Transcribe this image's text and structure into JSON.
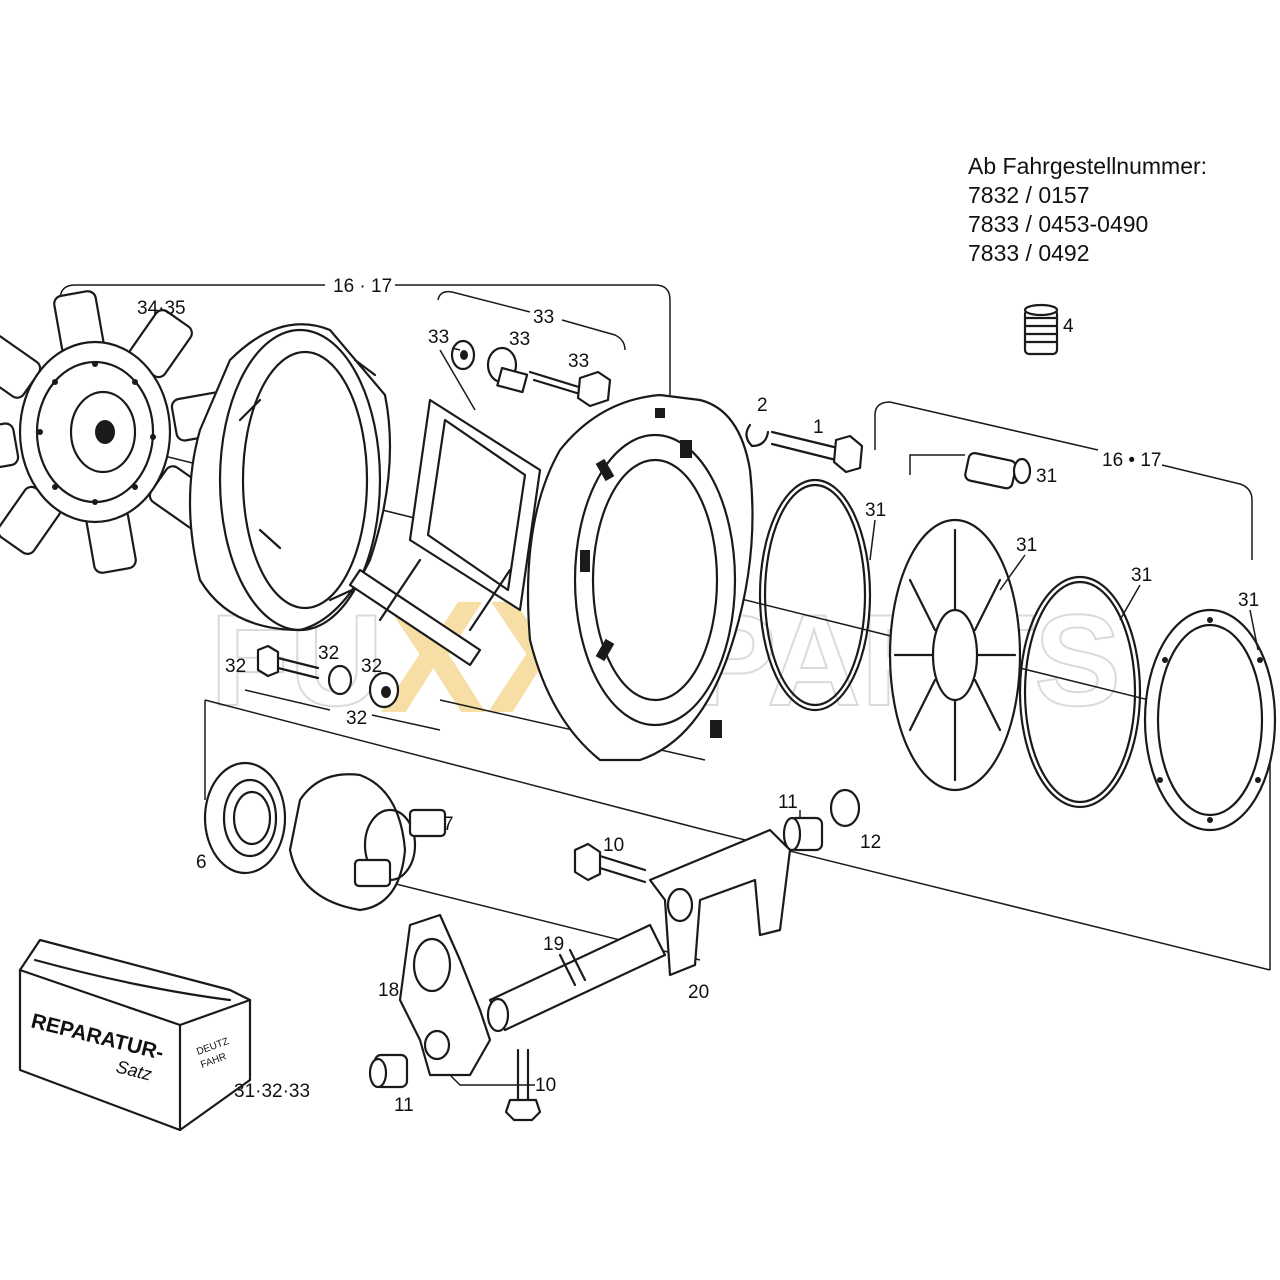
{
  "header": {
    "title": "Ab Fahrgestellnummer:",
    "lines": [
      "7832 / 0157",
      "7833 / 0453-0490",
      "7833 / 0492"
    ]
  },
  "callouts": {
    "p1": "1",
    "p2": "2",
    "p4": "4",
    "p6": "6",
    "p7": "7",
    "p10a": "10",
    "p10b": "10",
    "p11a": "11",
    "p11b": "11",
    "p12": "12",
    "p16_17a": "16 · 17",
    "p16_17b": "16 • 17",
    "p18": "18",
    "p19": "19",
    "p20": "20",
    "p31a": "31",
    "p31b": "31",
    "p31c": "31",
    "p31d": "31",
    "p31e": "31",
    "p32a": "32",
    "p32b": "32",
    "p32c": "32",
    "p32d": "32",
    "p33a": "33",
    "p33b": "33",
    "p33c": "33",
    "p33d": "33",
    "p34_35": "34·35",
    "kit_set": "31·32·33"
  },
  "kit_box": {
    "label_main": "REPARATUR-",
    "label_sub": "Satz",
    "brand_top": "DEUTZ",
    "brand_bottom": "FAHR"
  },
  "watermark": {
    "left": "FU",
    "middle": "XX",
    "right": "PARTS",
    "accent_color": "#f2c45c"
  }
}
